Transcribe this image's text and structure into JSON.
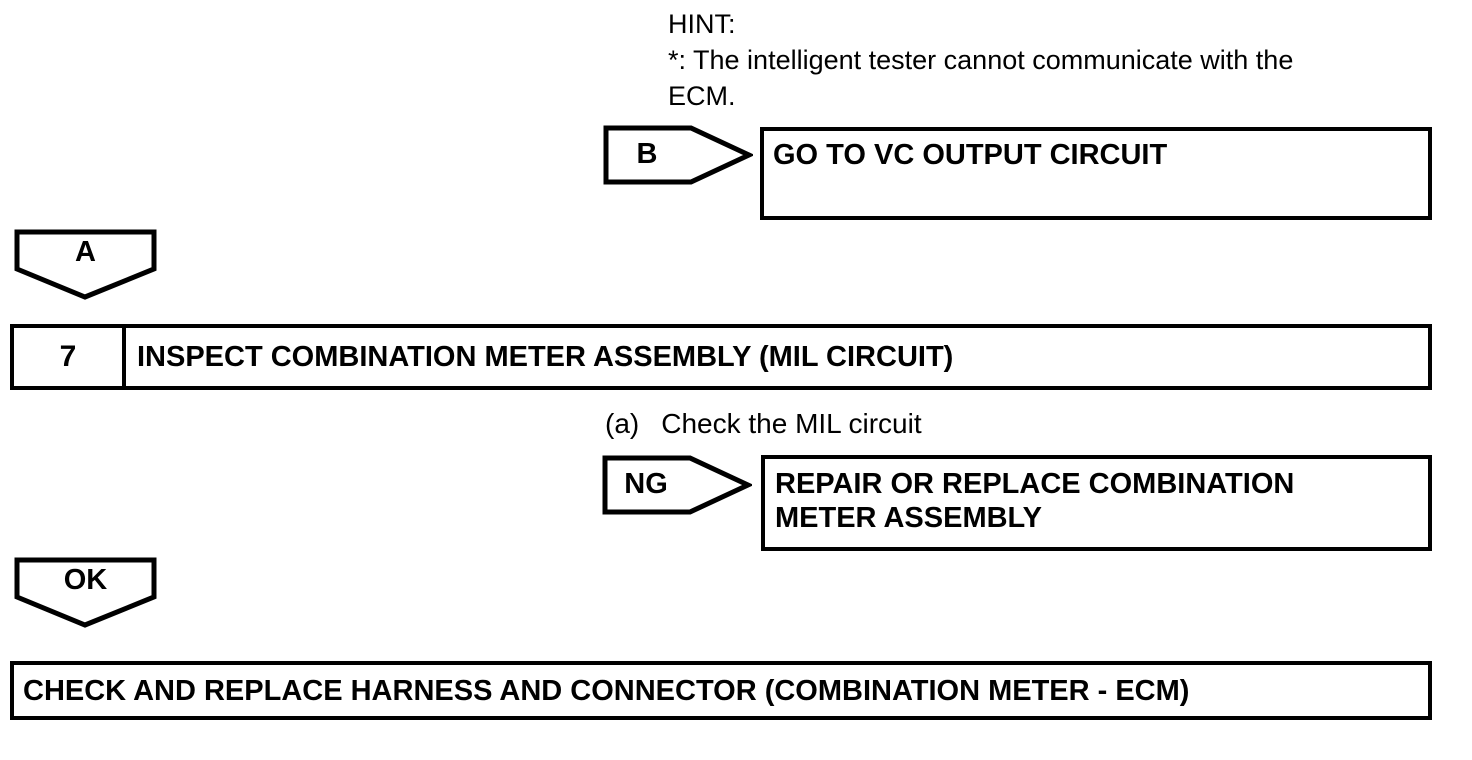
{
  "colors": {
    "ink": "#000000",
    "paper": "#ffffff"
  },
  "hint": {
    "title": "HINT:",
    "lines": [
      "*: The intelligent tester cannot communicate with the",
      "ECM."
    ]
  },
  "branch_b": {
    "label": "B",
    "action": "GO TO VC OUTPUT CIRCUIT"
  },
  "connector_a": {
    "label": "A"
  },
  "step": {
    "number": "7",
    "title": "INSPECT COMBINATION METER ASSEMBLY (MIL CIRCUIT)",
    "substep_index": "(a)",
    "substep_text": "Check the MIL circuit"
  },
  "branch_ng": {
    "label": "NG",
    "action_lines": [
      "REPAIR OR REPLACE COMBINATION",
      "METER ASSEMBLY"
    ]
  },
  "connector_ok": {
    "label": "OK"
  },
  "final_action": {
    "text": "CHECK AND REPLACE HARNESS AND CONNECTOR (COMBINATION METER - ECM)"
  }
}
